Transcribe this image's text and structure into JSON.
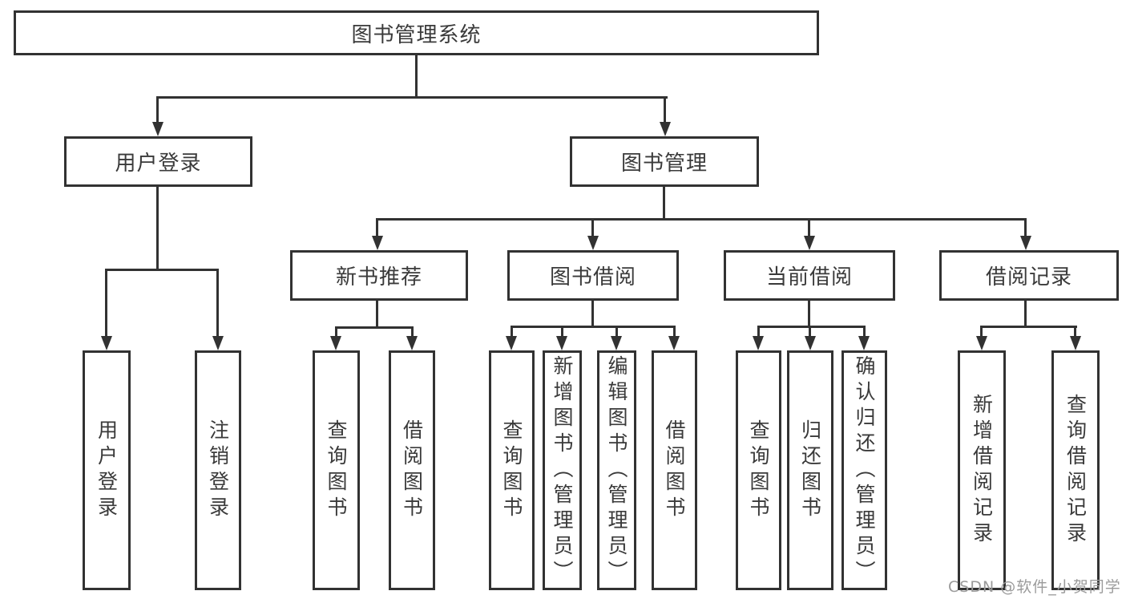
{
  "diagram": {
    "root": {
      "label": "图书管理系统"
    },
    "level2": [
      {
        "label": "用户登录"
      },
      {
        "label": "图书管理"
      }
    ],
    "level3": [
      {
        "label": "新书推荐"
      },
      {
        "label": "图书借阅"
      },
      {
        "label": "当前借阅"
      },
      {
        "label": "借阅记录"
      }
    ],
    "leaves": {
      "user_login": [
        "用户登录",
        "注销登录"
      ],
      "new_book_recommend": [
        "查询图书",
        "借阅图书"
      ],
      "book_borrow": [
        "查询图书",
        "新增图书（管理员）",
        "编辑图书（管理员）",
        "借阅图书"
      ],
      "current_borrow": [
        "查询图书",
        "归还图书",
        "确认归还（管理员）"
      ],
      "borrow_record": [
        "新增借阅记录",
        "查询借阅记录"
      ]
    }
  },
  "watermark": {
    "text": "CSDN @软件_小贺同学"
  },
  "colors": {
    "line": "#323232",
    "text": "#3a3a3a",
    "watermark": "#9b9b9b",
    "background": "#ffffff"
  }
}
